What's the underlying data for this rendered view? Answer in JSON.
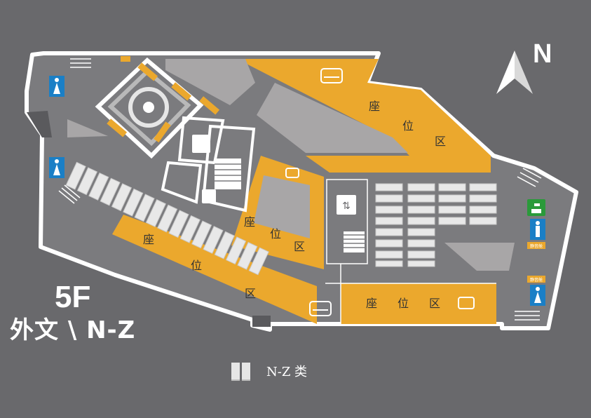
{
  "floor_label": "5F",
  "category_label": "外文 \\ N-Z",
  "compass": {
    "label": "N",
    "icon": "north-arrow-icon"
  },
  "zones": {
    "seat_char_1": "座",
    "seat_char_2": "位",
    "seat_char_3": "区"
  },
  "quiet_room_label": "静音舱",
  "legend": {
    "icon": "bookshelf-icon",
    "label": "N-Z 类"
  },
  "colors": {
    "background": "#69696c",
    "floor": "#7b7b7e",
    "outline": "#ffffff",
    "seating_zone": "#eba82d",
    "blocks": "#a8a6a7",
    "restroom": "#1a7fc6",
    "water": "#2a9a3a"
  }
}
